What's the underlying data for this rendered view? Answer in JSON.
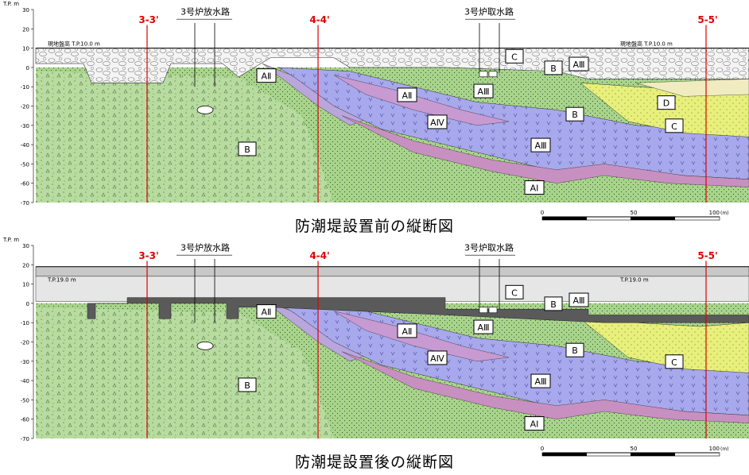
{
  "panels": [
    {
      "id": "before",
      "title": "防潮堤設置前の縦断図",
      "unit_label": "T.P. m",
      "y_ticks": [
        "30",
        "20",
        "10",
        "0",
        "-10",
        "-20",
        "-30",
        "-40",
        "-50",
        "-60",
        "-70"
      ],
      "surface_label_left": "現地盤高 T.P.10.0 m",
      "surface_label_right": "現地盤高 T.P.10.0 m",
      "section_labels": [
        "3-3'",
        "4-4'",
        "5-5'"
      ],
      "structure_labels": [
        "3号炉放水路",
        "3号炉取水路"
      ],
      "layer_labels": [
        "AⅡ",
        "AⅡ",
        "AⅣ",
        "AⅢ",
        "AⅠ",
        "AⅢ",
        "AⅢ",
        "B",
        "B",
        "B",
        "C",
        "C",
        "D"
      ],
      "scale": {
        "ticks": [
          "0",
          "50",
          "100"
        ],
        "unit": "(m)"
      }
    },
    {
      "id": "after",
      "title": "防潮堤設置後の縦断図",
      "unit_label": "T.P. m",
      "y_ticks": [
        "30",
        "20",
        "10",
        "0",
        "-10",
        "-20",
        "-30",
        "-40",
        "-50",
        "-60",
        "-70"
      ],
      "surface_label_left": "T.P.19.0 m",
      "surface_label_right": "T.P.19.0 m",
      "section_labels": [
        "3-3'",
        "4-4'",
        "5-5'"
      ],
      "structure_labels": [
        "3号炉放水路",
        "3号炉取水路"
      ],
      "layer_labels": [
        "AⅡ",
        "AⅡ",
        "AⅣ",
        "AⅢ",
        "AⅠ",
        "AⅢ",
        "AⅢ",
        "B",
        "B",
        "B",
        "C",
        "C"
      ],
      "scale": {
        "ticks": [
          "0",
          "50",
          "100"
        ],
        "unit": "(m)"
      }
    }
  ],
  "colors": {
    "B": "#b8dca0",
    "A_II": "#b9a6dc",
    "A_IV": "#c89ad2",
    "A_III": "#a8a8ec",
    "A_I": "#c890c0",
    "C": "#e8f07c",
    "D": "#f0ecc0",
    "fill_ground": "#e6e6e6",
    "breakwater": "#c8c8c8",
    "dark_fill": "#5a5a5a",
    "section_line": "#e00000"
  }
}
